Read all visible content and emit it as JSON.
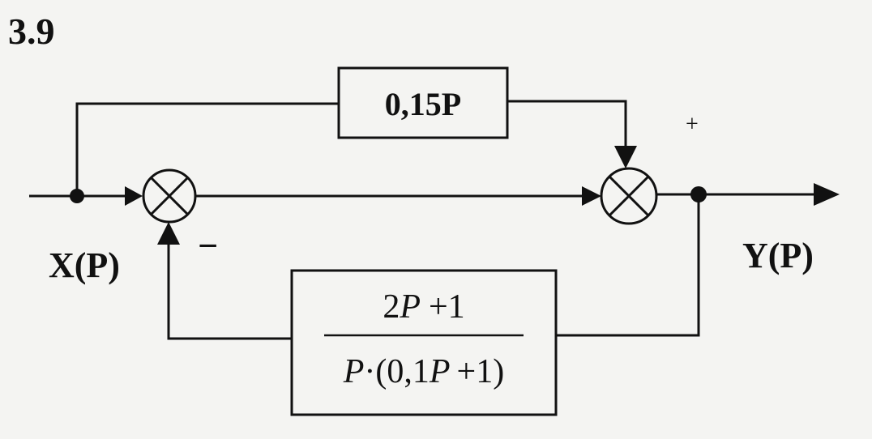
{
  "problem_number": "3.9",
  "input_label": "X(P)",
  "output_label": "Y(P)",
  "feedforward_block": {
    "label": "0,15P"
  },
  "feedback_block": {
    "numerator": {
      "a": "2",
      "b": "P",
      "c": "+1"
    },
    "denominator": {
      "a": "P",
      "b": "·(0,1",
      "c": "P",
      "d": "+1)"
    }
  },
  "summer1_minus_sign": "−",
  "summer2_plus_sign": "+"
}
